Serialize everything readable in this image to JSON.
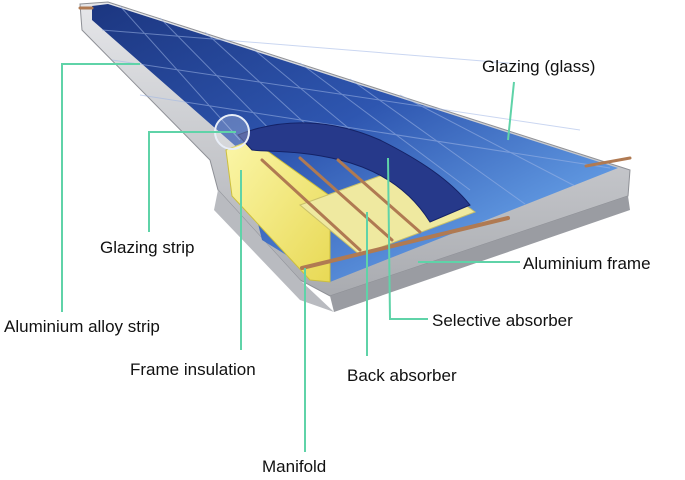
{
  "diagram": {
    "colors": {
      "leader_line": "#5fd3a8",
      "glass_dark": "#1e3c8c",
      "glass_light": "#6fa8e8",
      "frame": "#c9cbcf",
      "insulation": "#f5ef7a",
      "absorber": "#2a3f8f",
      "pipe": "#b07a52"
    },
    "labels": {
      "glazing_glass": "Glazing (glass)",
      "aluminium_frame": "Aluminium frame",
      "selective_absorber": "Selective absorber",
      "back_absorber": "Back absorber",
      "frame_insulation": "Frame insulation",
      "glazing_strip": "Glazing strip",
      "aluminium_alloy_strip": "Aluminium alloy strip",
      "manifold": "Manifold"
    }
  }
}
